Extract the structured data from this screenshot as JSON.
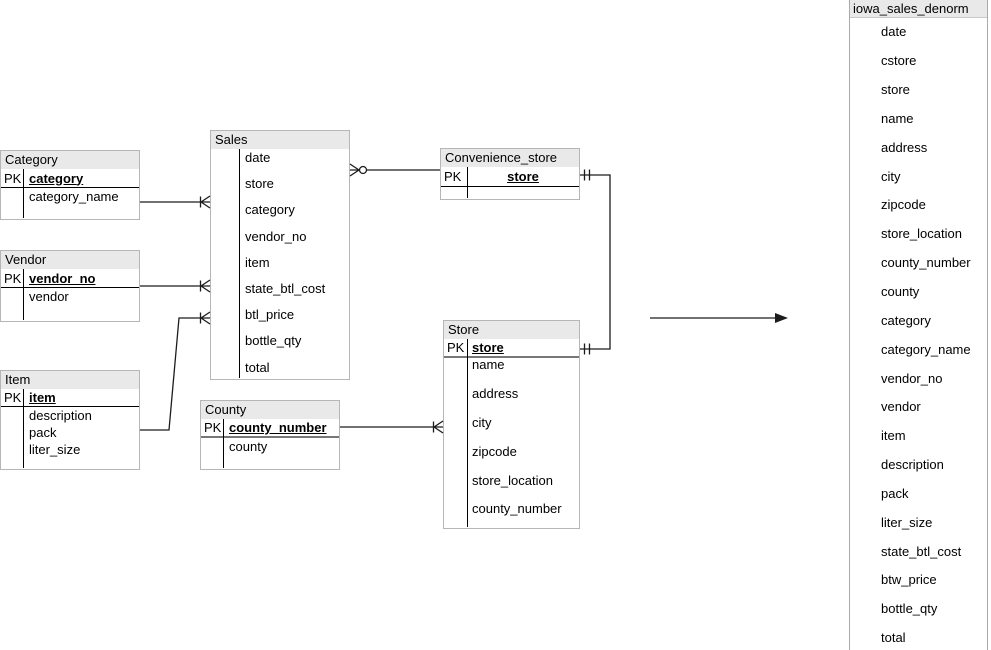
{
  "diagram": {
    "tables": {
      "category": {
        "title": "Category",
        "pk_label": "PK",
        "pk_field": "category",
        "fields": [
          "category_name"
        ]
      },
      "vendor": {
        "title": "Vendor",
        "pk_label": "PK",
        "pk_field": "vendor_no",
        "fields": [
          "vendor"
        ]
      },
      "item": {
        "title": "Item",
        "pk_label": "PK",
        "pk_field": "item",
        "fields": [
          "description",
          "pack",
          "liter_size"
        ]
      },
      "sales": {
        "title": "Sales",
        "fields": [
          "date",
          "store",
          "category",
          "vendor_no",
          "item",
          "state_btl_cost",
          "btl_price",
          "bottle_qty",
          "total"
        ]
      },
      "county": {
        "title": "County",
        "pk_label": "PK",
        "pk_field": "county_number",
        "fields": [
          "county"
        ]
      },
      "convenience_store": {
        "title": "Convenience_store",
        "pk_label": "PK",
        "pk_field": "store",
        "fields": []
      },
      "store": {
        "title": "Store",
        "pk_label": "PK",
        "pk_field": "store",
        "fields": [
          "name",
          "address",
          "city",
          "zipcode",
          "store_location",
          "county_number"
        ]
      }
    },
    "denorm": {
      "title": "iowa_sales_denorm",
      "fields": [
        "date",
        "cstore",
        "store",
        "name",
        "address",
        "city",
        "zipcode",
        "store_location",
        "county_number",
        "county",
        "category",
        "category_name",
        "vendor_no",
        "vendor",
        "item",
        "description",
        "pack",
        "liter_size",
        "state_btl_cost",
        "btw_price",
        "bottle_qty",
        "total"
      ]
    },
    "colors": {
      "header_bg": "#e9e9e9",
      "table_border": "#b6b6b6",
      "line": "#1c1c1c"
    }
  }
}
